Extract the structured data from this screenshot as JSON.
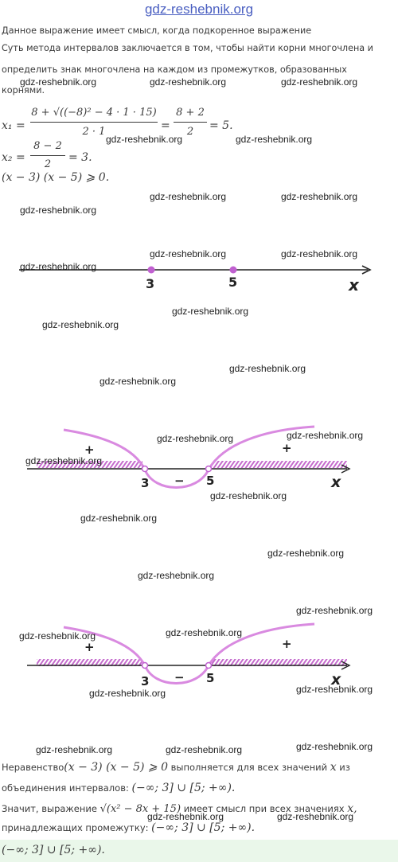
{
  "header": {
    "site": "gdz-reshebnik.org"
  },
  "intro": {
    "line1": "Данное выражение имеет смысл, когда подкоренное выражение",
    "line2": "Суть метода интервалов заключается в том, чтобы найти корни многочлена и",
    "line3": "определить знак многочлена на каждом из промежутков, образованных",
    "line4": "корнями."
  },
  "math": {
    "x1_label": "x₁ =",
    "x1_numerator": "8 + √((−8)² − 4 · 1 · 15)",
    "x1_denominator": "2 · 1",
    "x1_mid_numerator": "8 + 2",
    "x1_mid_denominator": "2",
    "x1_result": "= 5.",
    "x2_label": "x₂ =",
    "x2_numerator": "8 − 2",
    "x2_denominator": "2",
    "x2_result": "= 3.",
    "inequality": "(x − 3) (x − 5) ⩾ 0."
  },
  "number_lines": {
    "point_a": "3",
    "point_b": "5",
    "axis_label": "x",
    "plus": "+",
    "minus": "−"
  },
  "conclusion": {
    "line1_a": "Неравенство",
    "line1_math": "(x − 3) (x − 5) ⩾ 0",
    "line1_b": "выполняется для всех значений",
    "line1_var": "x",
    "line1_c": "из",
    "line2_a": "объединения интервалов:",
    "line2_math": "(−∞; 3] ∪ [5; +∞).",
    "line3_a": "Значит, выражение",
    "line3_math": "√(x² − 8x + 15)",
    "line3_b": "имеет смысл при всех значениях",
    "line3_var": "x,",
    "line4_a": "принадлежащих промежутку:",
    "line4_math": "(−∞; 3] ∪ [5; +∞)."
  },
  "answer": {
    "text": "(−∞; 3] ∪ [5; +∞)."
  },
  "watermark": {
    "text": "gdz-reshebnik.org"
  },
  "colors": {
    "curve": "#d98ae0",
    "hatch": "#c469cc",
    "axis": "#222222",
    "dot": "#c060d0",
    "answer_bg": "#eaf7ea",
    "link": "#4a5fc1"
  }
}
